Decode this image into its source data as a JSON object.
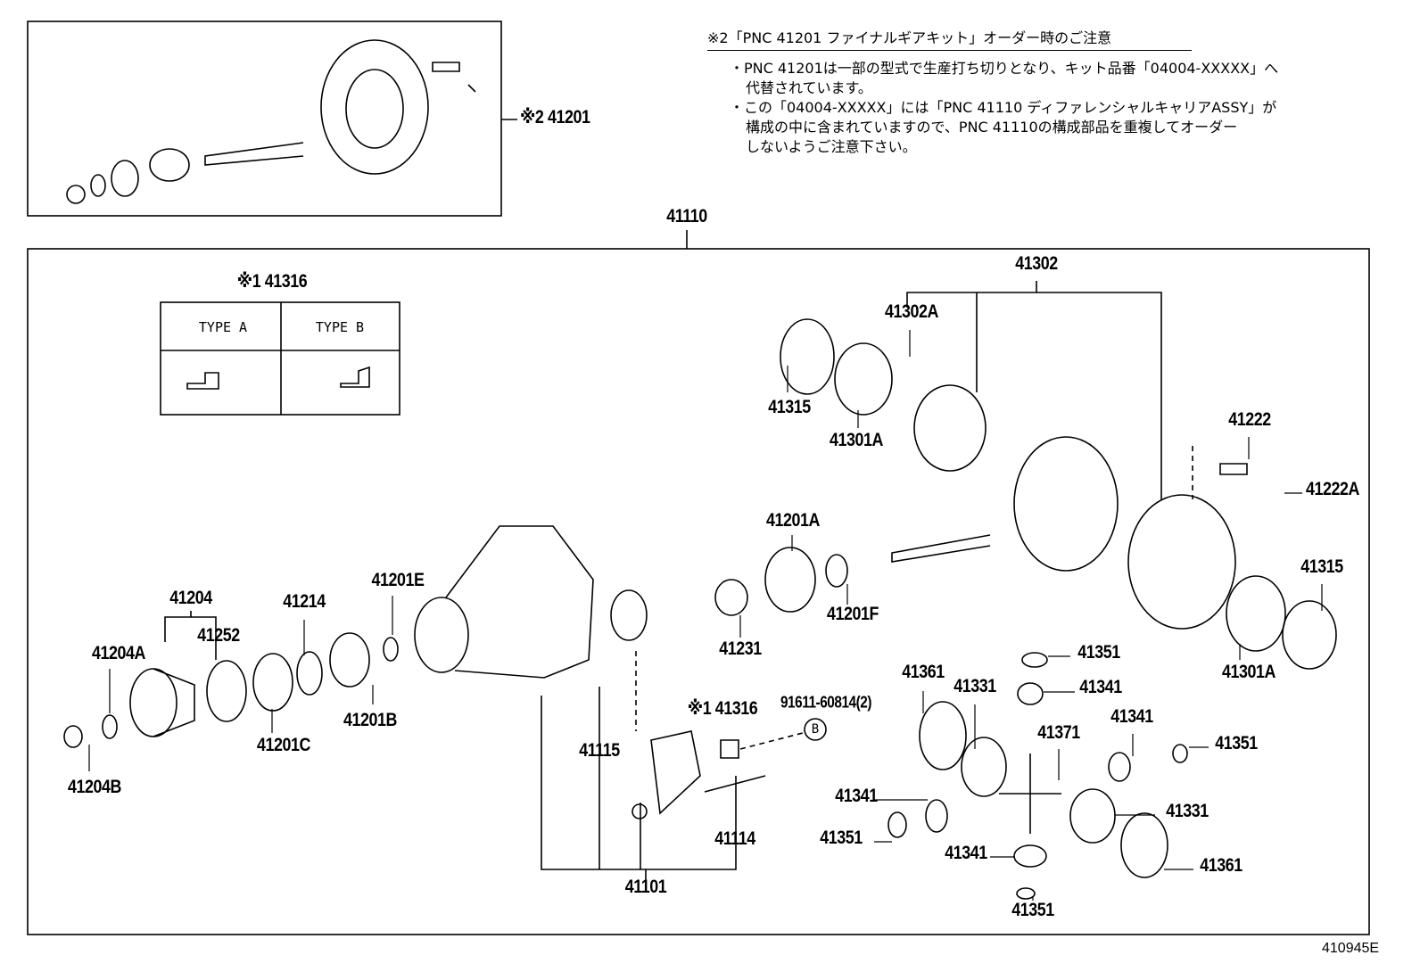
{
  "note": {
    "title": "※2「PNC 41201 ファイナルギアキット」オーダー時のご注意",
    "lines": [
      "・PNC 41201は一部の型式で生産打ち切りとなり、キット品番「04004-XXXXX」へ",
      "代替されています。",
      "・この「04004-XXXXX」には「PNC 41110 ディファレンシャルキャリアASSY」が",
      "構成の中に含まれていますので、PNC 41110の構成部品を重複してオーダー",
      "しないようご注意下さい。"
    ]
  },
  "type_table": {
    "title": "※1 41316",
    "type_a": "TYPE  A",
    "type_b": "TYPE  B"
  },
  "labels": [
    "※2 41201",
    "41110",
    "41302",
    "41302A",
    "41315",
    "41301A",
    "41222",
    "41222A",
    "41201A",
    "41315",
    "41204",
    "41214",
    "41201E",
    "41252",
    "41204A",
    "41231",
    "41201F",
    "41351",
    "41301A",
    "91611-60814(2)",
    "41361",
    "41331",
    "41341",
    "※1 41316",
    "41341",
    "41201B",
    "41371",
    "41351",
    "41201C",
    "41115",
    "41204B",
    "41341",
    "41331",
    "41114",
    "41351",
    "41341",
    "41361",
    "41101",
    "41351"
  ],
  "ref_marker": "B",
  "figure_code": "410945E"
}
